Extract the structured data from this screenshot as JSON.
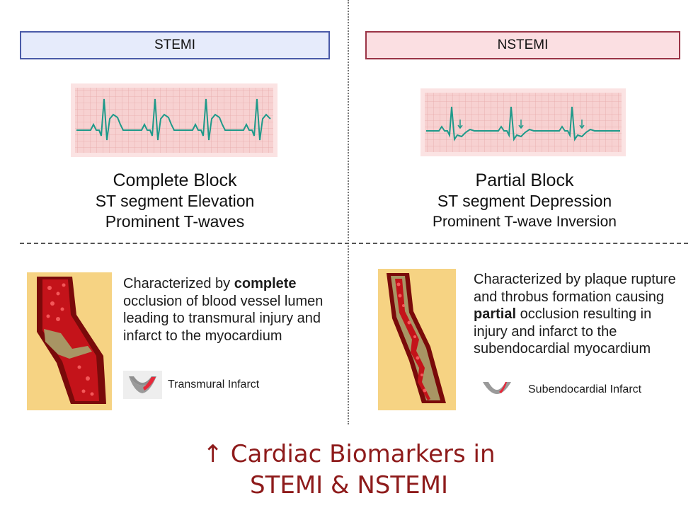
{
  "stemi": {
    "type_label": "STEMI",
    "lines": [
      "Complete Block",
      "ST segment Elevation",
      "Prominent T-waves"
    ],
    "description": {
      "pre": "Characterized by ",
      "bold": "complete",
      "post": " occlusion of blood vessel lumen leading to transmural injury and infarct to the myocardium"
    },
    "infarct_label": "Transmural Infarct"
  },
  "nstemi": {
    "type_label": "NSTEMI",
    "lines": [
      "Partial Block",
      "ST segment Depression",
      "Prominent T-wave Inversion"
    ],
    "description": {
      "pre": "Characterized by plaque rupture and throbus formation causing ",
      "bold": "partial",
      "post": " occlusion resulting in injury and infarct to the subendocardial myocardium"
    },
    "infarct_label": "Subendocardial Infarct"
  },
  "footer": {
    "line1": "↑ Cardiac Biomarkers in",
    "line2": "STEMI & NSTEMI"
  },
  "colors": {
    "stemi_box": "#e6ebfb",
    "nstemi_box": "#fbdfe2",
    "ecg_grid": "#f4c9c9",
    "ecg_trace": "#1f9a8a",
    "title": "#8e1b1b"
  }
}
